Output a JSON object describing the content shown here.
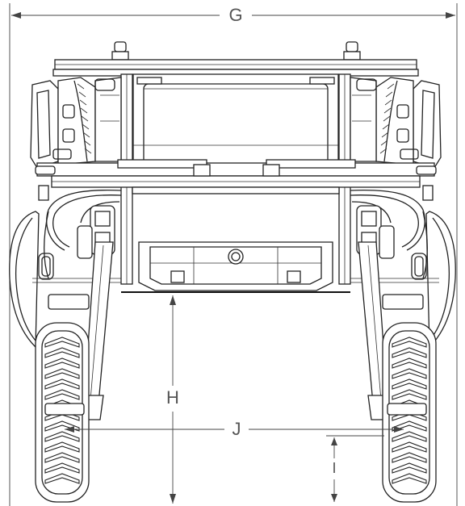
{
  "dimensions": {
    "overall_width_label": "G",
    "clearance_height_label": "H",
    "wheel_track_label": "J",
    "tire_height_label": "I"
  },
  "colors": {
    "line": "#222222",
    "dimension_text": "#555555",
    "background": "#ffffff"
  }
}
